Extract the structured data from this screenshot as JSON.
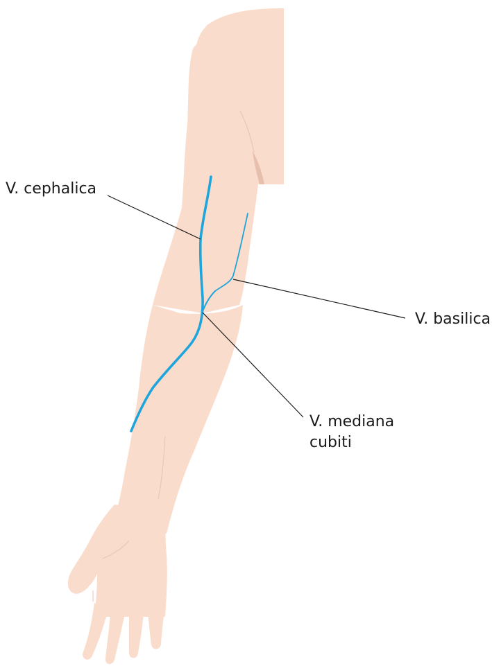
{
  "labels": {
    "cephalica": "V. cephalica",
    "basilica": "V. basilica",
    "mediana_line1": "V. mediana",
    "mediana_line2": "cubiti"
  },
  "colors": {
    "skin": "#fadccc",
    "skin_shadow": "#e6bfad",
    "vein": "#1ea6dc",
    "leader": "#1a1a1a",
    "text": "#1a1a1a"
  }
}
